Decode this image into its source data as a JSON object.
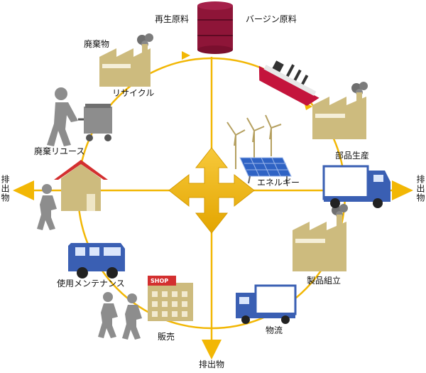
{
  "labels": {
    "recycled_material": "再生原料",
    "virgin_material": "バージン原料",
    "waste": "廃棄物",
    "recycle": "リサイクル",
    "waste_reuse": "廃棄リユース",
    "parts_production": "部品生産",
    "energy": "エネルギー",
    "product_assembly": "製品組立",
    "logistics": "物流",
    "sales": "販売",
    "use_maintenance": "使用メンテナンス",
    "emission_left": "排出物",
    "emission_right": "排出物",
    "emission_bottom": "排出物",
    "shop_sign": "SHOP"
  },
  "colors": {
    "cycle_line": "#f2b705",
    "arrow": "#f2b705",
    "factory": "#cdbb7e",
    "smoke": "#7a7a7a",
    "drum": "#8e1538",
    "ship_hull": "#c4143c",
    "truck_blue": "#3a5fb3",
    "house_roof": "#d32f2f",
    "person": "#8d8d8d"
  },
  "icons": [
    "drum-icon",
    "ship-icon",
    "factory-icon",
    "truck-icon",
    "wind-turbine-icon",
    "solar-panel-icon",
    "house-icon",
    "person-icon",
    "cart-icon",
    "van-icon",
    "shop-building-icon"
  ]
}
